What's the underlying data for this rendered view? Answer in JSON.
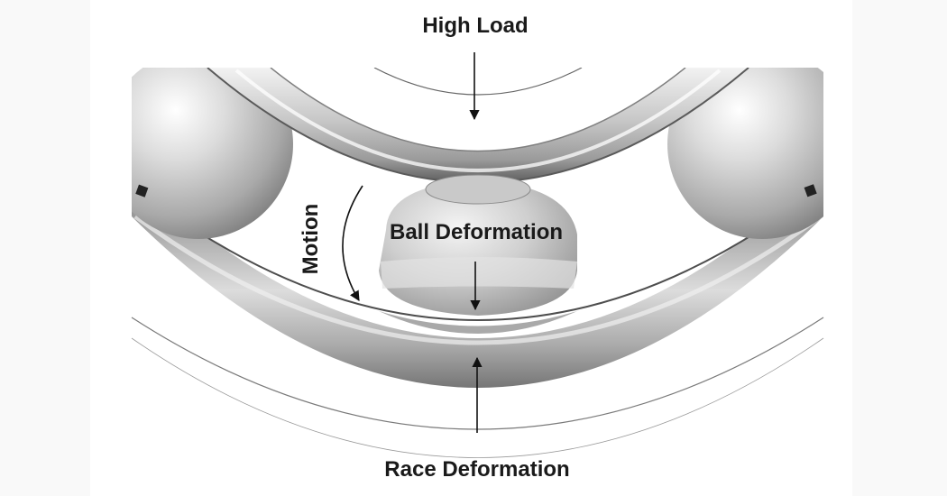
{
  "labels": {
    "high_load": "High Load",
    "ball_deformation": "Ball Deformation",
    "motion": "Motion",
    "race_deformation": "Race Deformation"
  },
  "colors": {
    "background": "#ffffff",
    "outer_band": "#f9f9f9",
    "metal_dark": "#6e6e6e",
    "metal_mid": "#b4b4b4",
    "metal_light": "#ececec",
    "text": "#1a1a1a"
  },
  "icons": {
    "load_arrow": "arrow-down-icon",
    "race_arrow": "arrow-up-icon",
    "motion_arrow": "curved-arrow-icon"
  }
}
